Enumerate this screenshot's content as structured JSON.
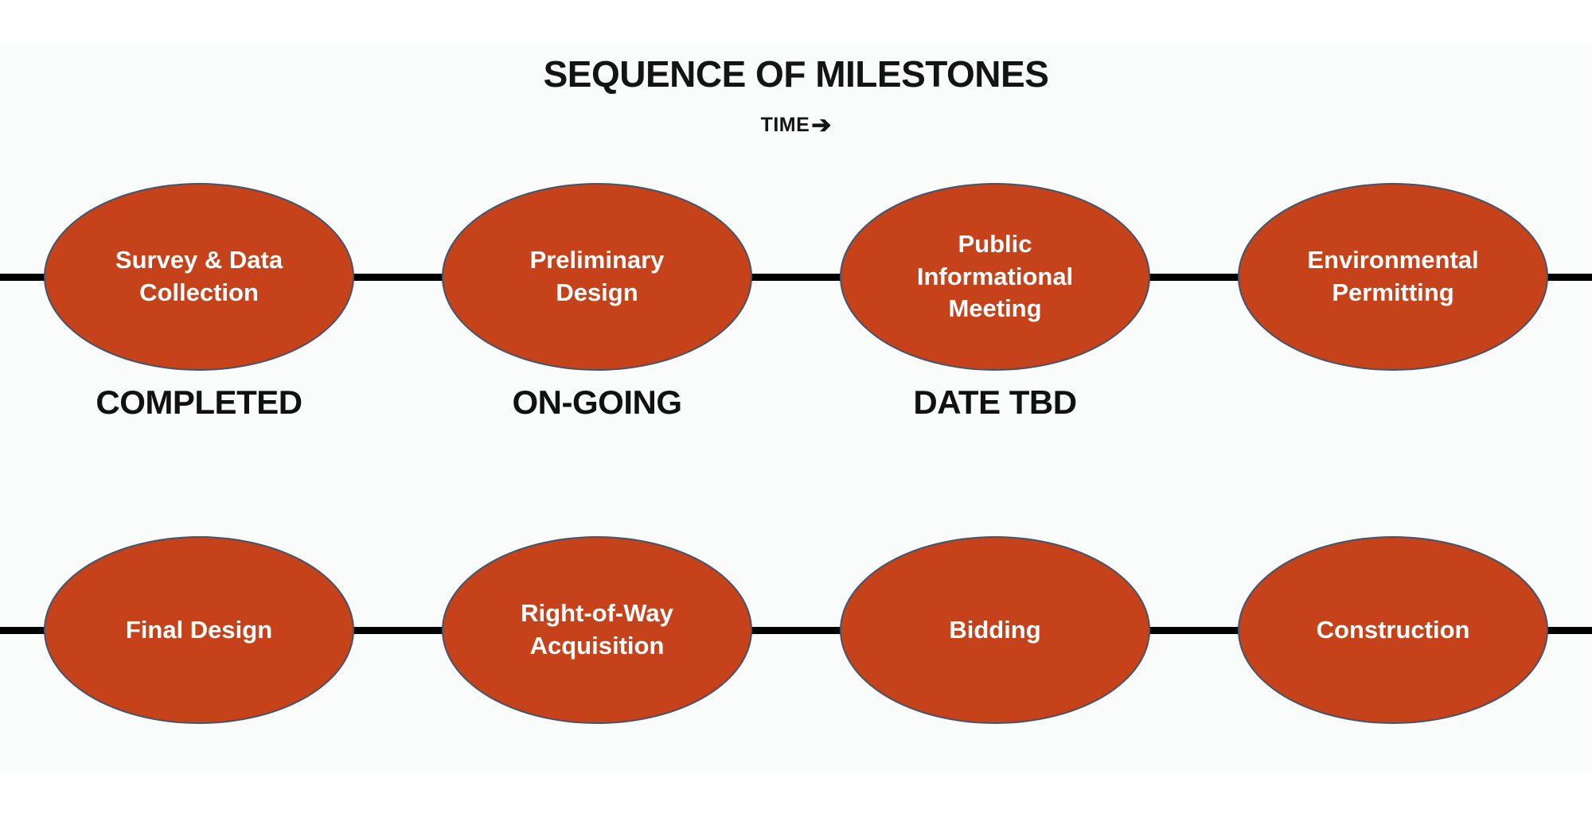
{
  "title": "SEQUENCE OF MILESTONES",
  "time_axis": {
    "label": "TIME",
    "arrow_icon": "➔"
  },
  "colors": {
    "ellipse_fill": "#c5421a",
    "ellipse_border": "#44546a",
    "connector_line": "#000000",
    "band_background": "#fafbfb",
    "ellipse_text": "#ffffff",
    "heading_text": "#141414"
  },
  "rows": [
    {
      "items": [
        {
          "label": "Survey & Data Collection",
          "status": "COMPLETED"
        },
        {
          "label": "Preliminary Design",
          "status": "ON-GOING"
        },
        {
          "label": "Public Informational Meeting",
          "status": "DATE TBD"
        },
        {
          "label": "Environmental Permitting",
          "status": ""
        }
      ]
    },
    {
      "items": [
        {
          "label": "Final Design",
          "status": ""
        },
        {
          "label": "Right-of-Way Acquisition",
          "status": ""
        },
        {
          "label": "Bidding",
          "status": ""
        },
        {
          "label": "Construction",
          "status": ""
        }
      ]
    }
  ]
}
